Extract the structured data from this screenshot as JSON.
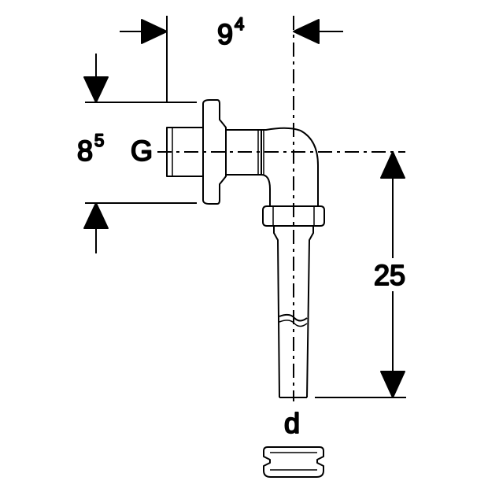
{
  "dimensions": {
    "top_width": {
      "main": "9",
      "sup": "4"
    },
    "flange_height": {
      "main": "8",
      "sup": "5"
    },
    "thread_label": "G",
    "pipe_length": "25",
    "pipe_diameter_label": "d"
  },
  "colors": {
    "line": "#000000",
    "background": "#ffffff"
  }
}
